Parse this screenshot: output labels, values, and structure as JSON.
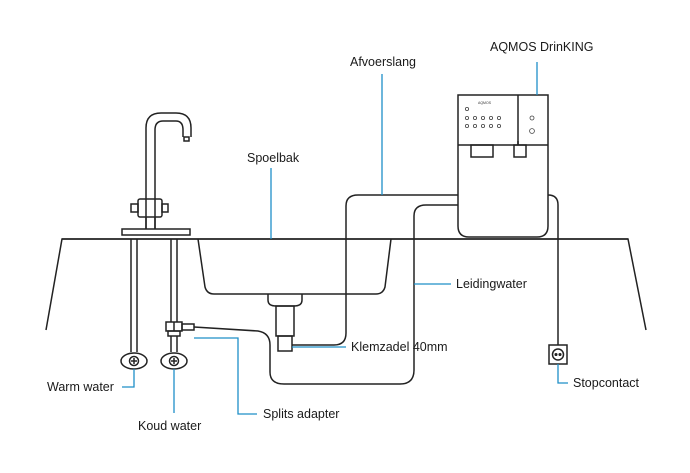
{
  "labels": {
    "drinking": "AQMOS DrinKING",
    "afvoerslang": "Afvoerslang",
    "spoelbak": "Spoelbak",
    "leidingwater": "Leidingwater",
    "klemzadel": "Klemzadel 40mm",
    "stopcontact": "Stopcontact",
    "warm_water": "Warm water",
    "koud_water": "Koud water",
    "splits_adapter": "Splits adapter"
  },
  "device_logo": "AQMOS",
  "colors": {
    "line": "#222222",
    "callout": "#1e8fc8",
    "text": "#1a1a1a"
  }
}
